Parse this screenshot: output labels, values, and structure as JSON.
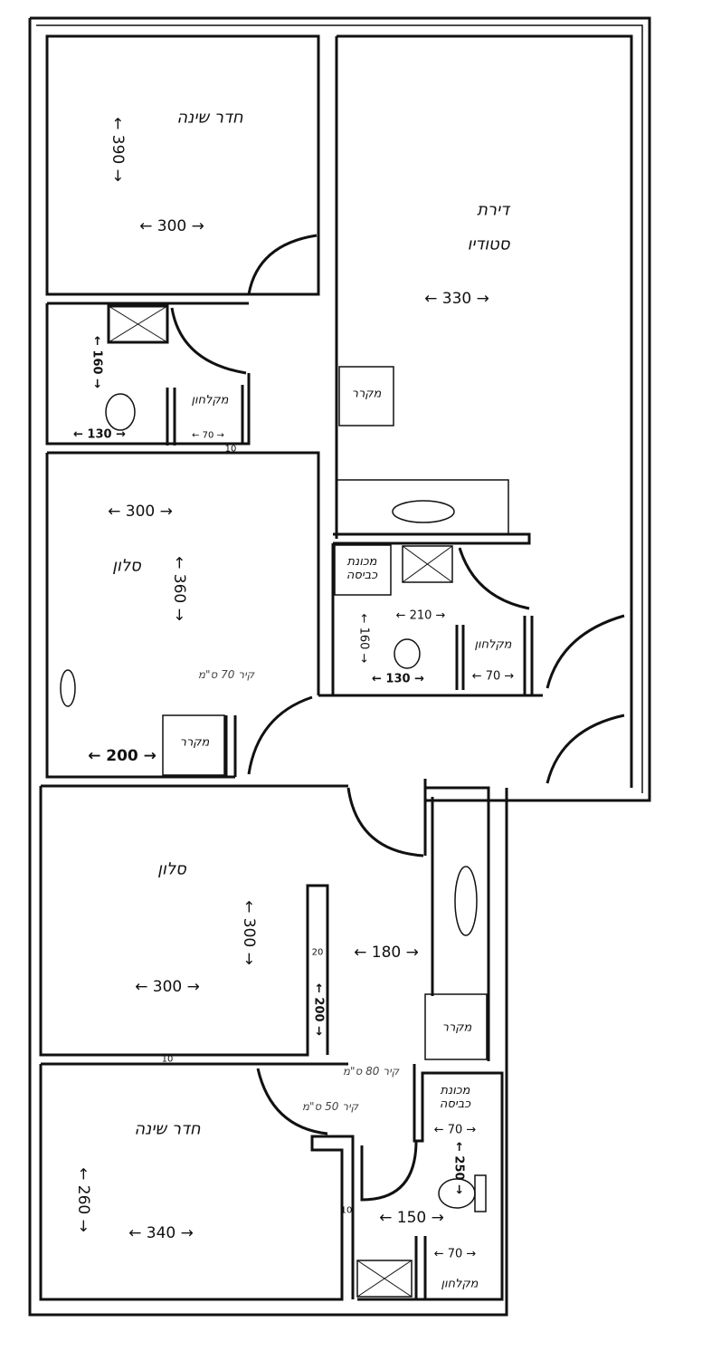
{
  "title": "תוכנית דירה",
  "rooms": {
    "bedroom_top": {
      "name": "חדר שינה",
      "width": "← 300 →",
      "length": "← 390 →"
    },
    "studio": {
      "name_line1": "דירת",
      "name_line2": "סטודיו",
      "width": "← 330 →",
      "fridge": "מקרר"
    },
    "studio_bath": {
      "washer": "מכונת כביסה",
      "width": "← 210 →",
      "length": "← 160 →",
      "toilet_width": "← 130 →",
      "shower": "מקלחון",
      "shower_width": "← 70 →"
    },
    "bath_top": {
      "length": "← 160 →",
      "toilet_width": "← 130 →",
      "shower": "מקלחון",
      "shower_width": "← 70 →",
      "wall": "10"
    },
    "salon_top": {
      "name": "סלון",
      "width": "← 300 →",
      "length": "← 360 →",
      "wall_note": "קיר 70 ס\"מ",
      "fridge": "מקרר",
      "kitchen_width": "← 200 →"
    },
    "salon_bottom": {
      "name": "סלון",
      "width": "← 300 →",
      "length": "← 300 →",
      "wall": "20",
      "side_length": "← 200 →",
      "bottom_wall": "10"
    },
    "corridor": {
      "width": "← 180 →",
      "fridge": "מקרר"
    },
    "bedroom_bottom": {
      "name": "חדר שינה",
      "width": "← 340 →",
      "length": "← 260 →",
      "wall_note_50": "קיר 50 ס\"מ",
      "wall_note_80": "קיר 80 ס\"מ",
      "wall_mark": "10"
    },
    "bath_bottom": {
      "washer": "מכונת כביסה",
      "washer_width": "← 70 →",
      "length": "← 250 →",
      "width": "← 150 →",
      "shower_width": "← 70 →",
      "shower": "מקלחון"
    }
  },
  "colors": {
    "ink": "#111111",
    "paper": "#ffffff"
  }
}
